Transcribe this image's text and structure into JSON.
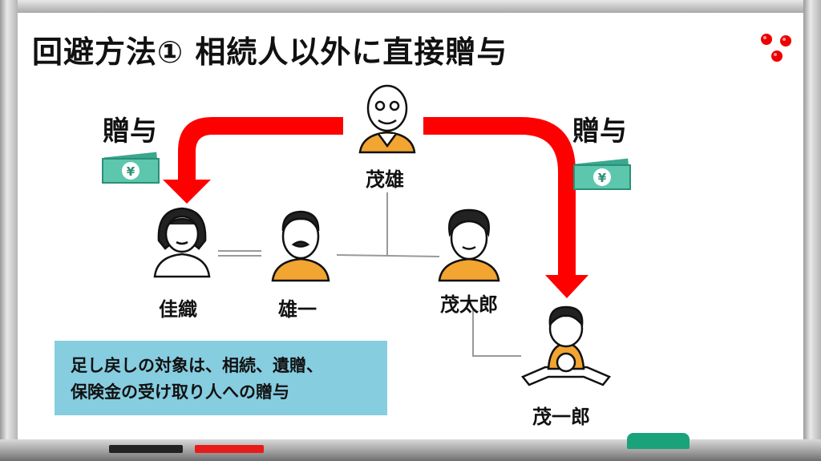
{
  "title": "回避方法① 相続人以外に直接贈与",
  "people": {
    "grandfather": "茂雄",
    "daughter": "佳織",
    "son_in_law": "雄一",
    "son": "茂太郎",
    "grandson": "茂一郎"
  },
  "gifts": {
    "left_label": "贈与",
    "right_label": "贈与",
    "currency_symbol": "¥"
  },
  "note": {
    "line1": "足し戻しの対象は、相続、遺贈、",
    "line2": "保険金の受け取り人への贈与"
  },
  "colors": {
    "arrow": "#ff0000",
    "note_bg": "#86cde0",
    "money": "#40b8a0",
    "shirt": "#f2a531"
  }
}
